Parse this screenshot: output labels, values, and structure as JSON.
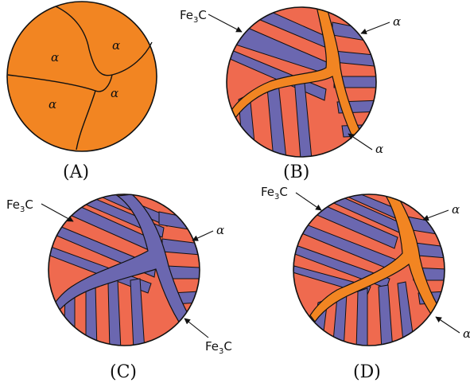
{
  "labels": {
    "alpha": "α",
    "fe3c_main": "Fe",
    "fe3c_sub": "3",
    "fe3c_tail": "C"
  },
  "panels": [
    {
      "label": "(A)"
    },
    {
      "label": "(B)"
    },
    {
      "label": "(C)"
    },
    {
      "label": "(D)"
    }
  ],
  "colors": {
    "ferrite": "#f28522",
    "pearlite_ferrite": "#ef6a4f",
    "cementite": "#6b67b0",
    "outline": "#111111"
  }
}
